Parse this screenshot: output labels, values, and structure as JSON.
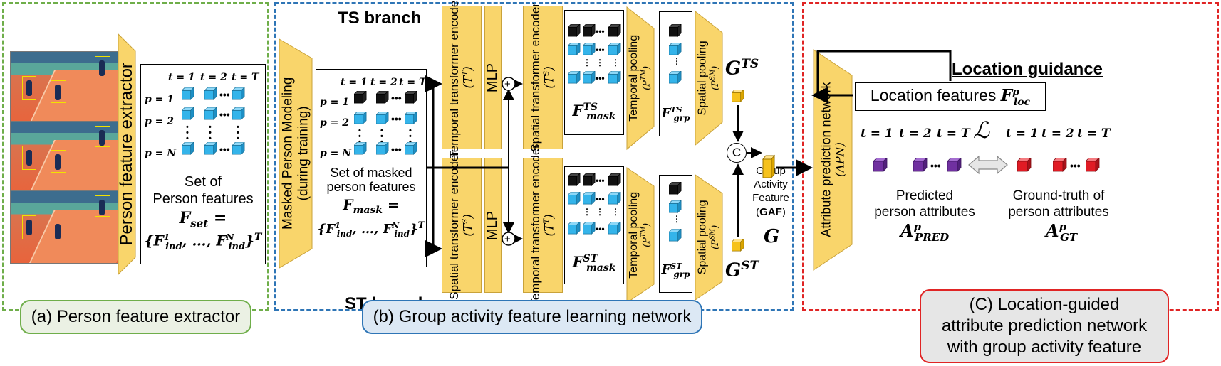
{
  "regions": {
    "a": {
      "caption": "(a) Person feature extractor",
      "color": "#6fae4a"
    },
    "b": {
      "caption": "(b) Group activity feature learning network",
      "color": "#2e75b6"
    },
    "c": {
      "caption": "(C) Location-guided attribute prediction network with group activity feature",
      "color": "#e02424"
    }
  },
  "extractor": {
    "label": "Person feature extractor"
  },
  "time_labels": [
    "t = 1",
    "t = 2",
    "t = T"
  ],
  "person_labels": [
    "p = 1",
    "p = 2",
    "p = N"
  ],
  "set_features": {
    "line1": "Set of",
    "line2": "Person features"
  },
  "masked_modeling": {
    "line1": "Masked Person Modeling",
    "line2": "(during training)"
  },
  "masked_features": {
    "line1": "Set of masked",
    "line2": "person features"
  },
  "ts_branch": {
    "title": "TS branch",
    "encoder1": "Temporal transformer encoder",
    "mlp": "MLP",
    "encoder2": "Spatial transformer encoder",
    "pool1": "Temporal pooling",
    "pool2": "Spatial pooling"
  },
  "st_branch": {
    "title": "ST branch",
    "encoder1": "Spatial transformer encoder",
    "mlp": "MLP",
    "encoder2": "Temporal transformer encoder",
    "pool1": "Temporal pooling",
    "pool2": "Spatial pooling"
  },
  "concat_symbol": "C",
  "gaf": {
    "line1": "Group",
    "line2": "Activity",
    "line3": "Feature",
    "abbr": "GAF"
  },
  "apn": {
    "label": "Attribute prediction network"
  },
  "location": {
    "guidance": "Location guidance",
    "features": "Location features"
  },
  "predicted": {
    "line1": "Predicted",
    "line2": "person attributes"
  },
  "ground_truth": {
    "line1": "Ground-truth of",
    "line2": "person attributes"
  },
  "colors": {
    "yellow": "#f9d56b",
    "cube_blue": "#34b4ea",
    "cube_black": "#111111",
    "purple": "#7030a0",
    "red": "#e01b24"
  }
}
